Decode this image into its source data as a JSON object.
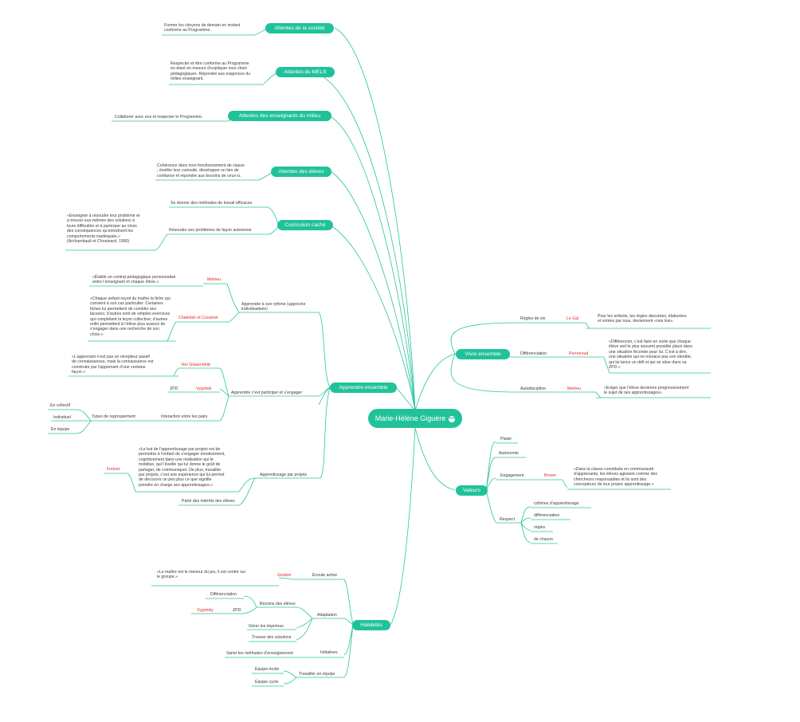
{
  "root": {
    "title": "Marie-Hélène Giguère",
    "icon_name": "more-icon"
  },
  "branches": {
    "societe": {
      "label": "Attentes de la société",
      "note": "Former les citoyens de demain en restant\nconforme au Programme."
    },
    "mels": {
      "label": "Attentes du MELS",
      "note": "Respecter et être conforme au Programme\nen étant en mesure d’expliquer mes choix\npédagogiques. Répondre aux exigences du\nmilieu enseignant."
    },
    "enseignants": {
      "label": "Attentes des enseignants du milieu",
      "note": "Collaborer avec eux et respecter le Programme."
    },
    "eleves": {
      "label": "Attentes des élèves",
      "note": "Cohérence dans mon fonctionnement de classe\n, éveiller leur curiosité, développer un lien de\nconfiance et répondre aux besoins de ceux-ci."
    },
    "curriculum": {
      "label": "Curriculum caché",
      "item1": "Se donner des méthodes de travail efficaces",
      "item2": "Résoudre ses problèmes de façon autonome",
      "quote": "«Enseigner à résoudre leur problème et\nà trouver eux-mêmes des solutions à\nleurs difficultés et à participer au choix\ndes conséquences qu’entraînent les\ncomportements inadéquats.»\n(Archambault et Chouinard, 1996)"
    },
    "apprendre": {
      "label": "Apprendre ensemble",
      "rythme": "Apprendre à son rythme (approche\nindividualisée)",
      "meirieu": "Meirieu",
      "meirieu_quote": "«Établir un contrat pédagogique personnalisé\nentre l’enseignant et chaque élève.»",
      "chatelain": "Chatelain et Cousinet",
      "chatelain_quote": "«Chaque enfant reçoit du maître la fiche qui\nconvient à son cas particulier. Certaines\nfiches lui permettent de combler ses\nlacunes; d’autres sont de simples exercices\nqui complètent la leçon collective; d’autres\nenfin permettent à l’élève plus avancé de\ns’engager dans une recherche de son\nchoix.»",
      "participer": "Apprendre c’est participer et s’engager",
      "glasersfeld": "Von Glasersfeld",
      "glasersfeld_quote": "«L’apprenant n’est pas un récepteur passif\nde connaissances, mais la connaissance est\nconstruite par l’apprenant d’une certaine\nfaçon.»",
      "zpd": "ZPD",
      "vygotski": "Vygotski",
      "interaction": "Interaction entre les pairs",
      "types": "Types de regroupement",
      "collectif": "En collectif",
      "individuel": "Individuel",
      "equipe": "En équipe",
      "projets": "Apprentissage par projets",
      "freinet": "Freinet",
      "freinet_quote": "«Le but de l’apprentissage par projets est de\npermettre à l’enfant de s’engager émotivement,\ncognitivement dans une réalisation qui le\nmobilise, qui l’éveille qui lui donne le goût de\npartager, de communiquer. De plus, travailler\npar projets, c’est une expérience qui lui permet\nde découvrir un peu plus ce que signifie\nprendre en charge ses apprentissages.»",
      "interets": "Partir des intérêts des élèves"
    },
    "habiletes": {
      "label": "Habiletés",
      "ecoute": "Écoute active",
      "gordon": "Gordon",
      "gordon_quote": "«Le maître est le meneur du jeu, il est centré sur\nle groupe.»",
      "adaptation": "Adaptation",
      "besoins": "Besoins des élèves",
      "differenciation": "Différenciation",
      "zpd": "ZPD",
      "vygotsky": "Vygotsky",
      "imprevus": "Gérer les imprévus",
      "solutions": "Trouver des solutions",
      "initiatives": "Initiatives",
      "varier": "Varier les méthodes d’enseignement",
      "equipe": "Travailler en équipe",
      "ecole": "Équipe-école",
      "cycle": "Équipe cycle"
    },
    "vivre": {
      "label": "Vivre ensemble",
      "regles": "Règles de vie",
      "legal": "Le Gal",
      "legal_quote": "Pour les enfants, les règles discutées, élaborées\net votées par tous, deviennent «nos lois».",
      "differenciation": "Différenciation",
      "perrenoud": "Perrenoud",
      "perrenoud_quote": "«Différencier, c’est faire en sorte que chaque\nélève soit le plus souvent possible placé dans\nune situation féconde pour lui. C’est à dire,\nune situation qui ne menace pas son identité,\nqui lui lance un défi et qui se situe dans sa\nZPD.»",
      "autodiscipline": "Autodiscipline",
      "meirieu": "Meirieu",
      "meirieu_quote": "«Exiger que l’élève devienne progressivement\nle sujet de ses apprentissages»"
    },
    "valeurs": {
      "label": "Valeurs",
      "plaisir": "Plaisir",
      "autonomie": "Autonomie",
      "engagement": "Engagement",
      "brown": "Brown",
      "brown_quote": "«Dans la classe constituée en communauté\nd’apprenants, les élèves agissent comme des\nchercheurs responsables et ils sont des\nconcepteurs de leur propre apprentissage.»",
      "respect": "Respect",
      "r1": "rythmes d’apprentissage",
      "r2": "différenciation",
      "r3": "règles",
      "r4": "de chacun"
    }
  },
  "colors": {
    "accent": "#21c29a",
    "line": "#27c49e",
    "author": "#e8262b",
    "text": "#3c3c3c"
  }
}
